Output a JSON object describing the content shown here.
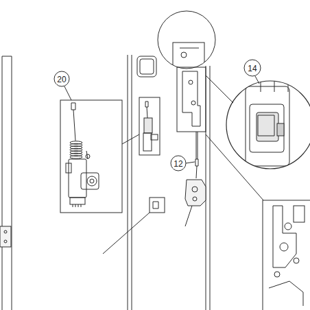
{
  "diagram": {
    "labels": [
      "20",
      "14",
      "12"
    ]
  }
}
